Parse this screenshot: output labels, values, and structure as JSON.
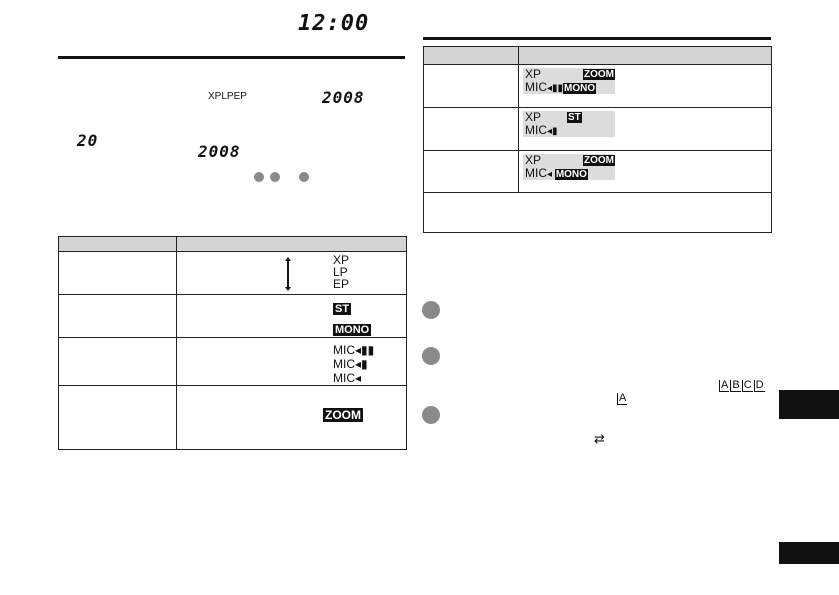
{
  "clock": {
    "time": "12:00"
  },
  "left": {
    "modes_line": "XPLPEP",
    "year_1": "2008",
    "day": "20",
    "year_2": "2008",
    "table": {
      "rows": [
        {
          "display": [
            "XP",
            "LP",
            "EP"
          ]
        },
        {
          "display": [
            "ST",
            "MONO"
          ]
        },
        {
          "display": [
            "MIC",
            "MIC",
            "MIC"
          ]
        },
        {
          "display": [
            "ZOOM"
          ]
        }
      ]
    }
  },
  "right": {
    "table": {
      "rows": [
        {
          "line1": "XP",
          "badge1": "ZOOM",
          "line2": "MIC",
          "badge2": "MONO"
        },
        {
          "line1": "XP",
          "badge1": "ST",
          "line2": "MIC",
          "badge2": ""
        },
        {
          "line1": "XP",
          "badge1": "ZOOM",
          "line2": "MIC",
          "badge2": "MONO"
        }
      ]
    },
    "letters": [
      "A",
      "B",
      "C",
      "D"
    ],
    "letter_single": "A",
    "swap_symbol": "⇄"
  },
  "colors": {
    "header_gray": "#d4d4d4",
    "screen_gray": "#dcdcdc",
    "bullet_gray": "#8a8a8a",
    "ink": "#111111"
  }
}
